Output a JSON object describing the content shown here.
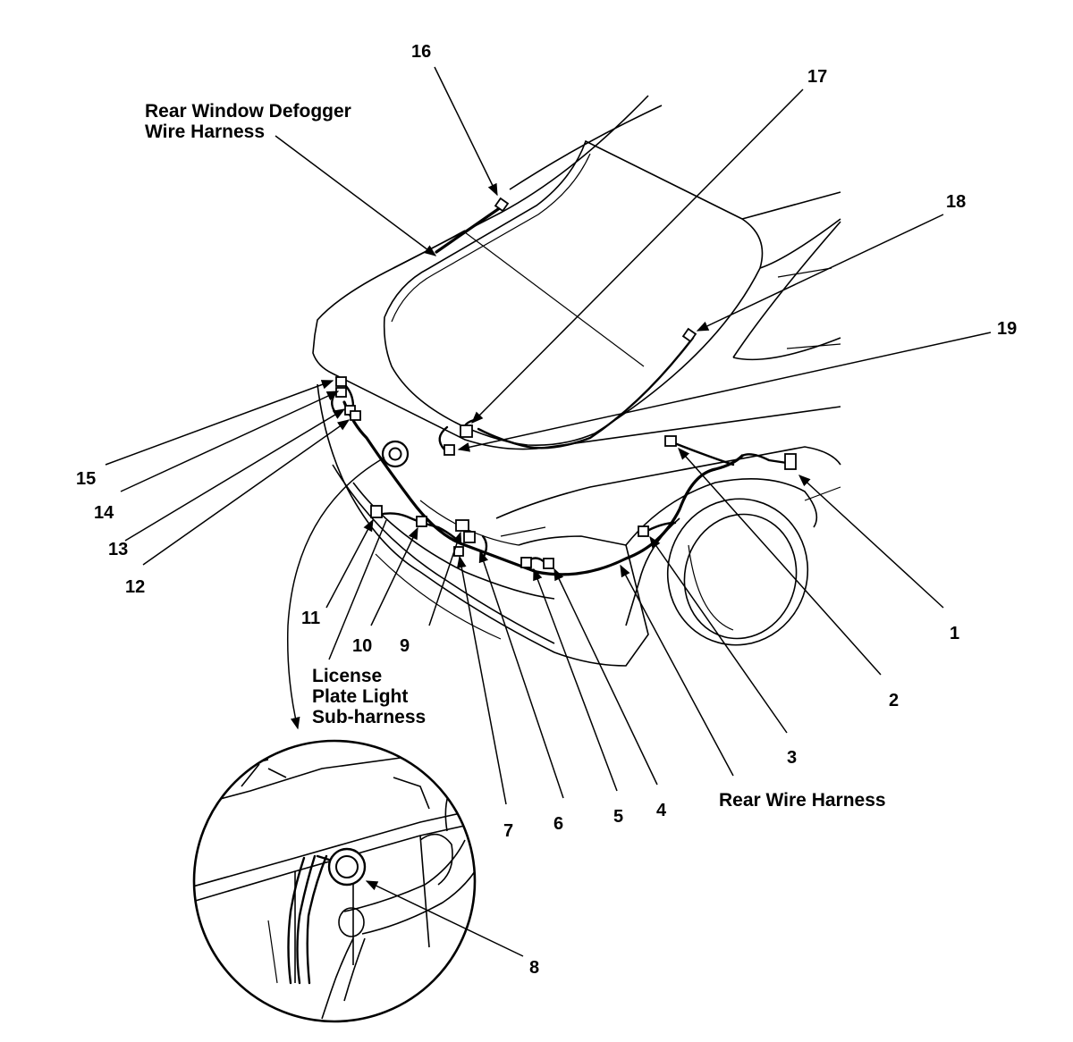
{
  "labels": {
    "defogger_harness_line1": "Rear Window Defogger",
    "defogger_harness_line2": "Wire Harness",
    "license_line1": "License",
    "license_line2": "Plate Light",
    "license_line3": "Sub-harness",
    "rear_harness": "Rear Wire Harness"
  },
  "callouts": [
    "1",
    "2",
    "3",
    "4",
    "5",
    "6",
    "7",
    "8",
    "9",
    "10",
    "11",
    "12",
    "13",
    "14",
    "15",
    "16",
    "17",
    "18",
    "19"
  ]
}
